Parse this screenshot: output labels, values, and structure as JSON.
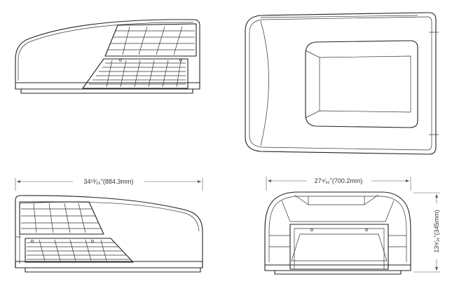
{
  "dimensions": {
    "length": "34¹³⁄₁₆\"(884.3mm)",
    "width": "27⁹⁄₁₆\"(700.2mm)",
    "height": "13⁹⁄₁₆\"(345mm)"
  }
}
